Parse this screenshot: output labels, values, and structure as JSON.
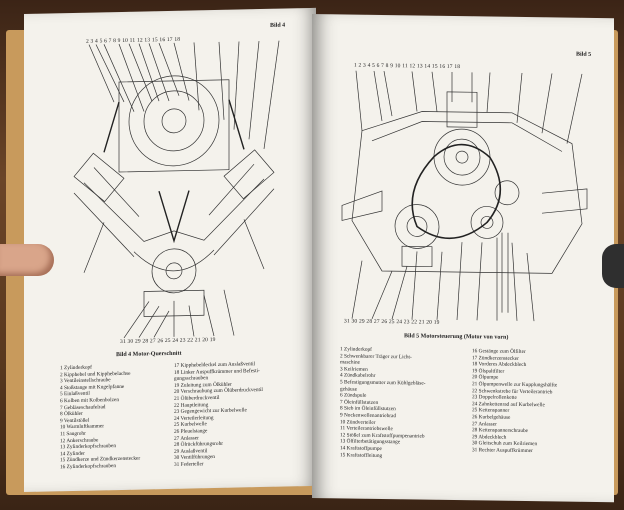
{
  "left_page": {
    "bild_label": "Bild 4",
    "top_numbers": "2 3 4  5 6 7 8 9 10 11 12 13  15  16 17 18",
    "bottom_numbers": "31 30 29 28 27 26 25 24 23 22 21 20 19",
    "caption": "Bild 4  Motor-Querschnitt",
    "legend_col1": [
      "1 Zylinderkopf",
      "2 Kipphebel und Kipphebelachse",
      "3 Ventileinstellschraube",
      "4 Stoßstange mit Kugelpfanne",
      "5 Einlaßventil",
      "6 Kolben mit Kolbenbolzen",
      "7 Gebläseschaufelrad",
      "8 Ölkühler",
      "9 Ventilstößel",
      "10 Warmluftkammer",
      "11 Saugrohr",
      "12 Ankerschraube",
      "13 Zylinderkopfschrauben",
      "14 Zylinder",
      "15 Zündkerze und Zündkerzenstecker",
      "16 Zylinderkopfschrauben"
    ],
    "legend_col2": [
      "17 Kipphebeldeckel zum Auslaßventil",
      "18 Linker Auspuffkrümmer und Befesti-",
      "   gungsschrauben",
      "19 Zuleitung zum Ölkühler",
      "20 Verschraubung zum Ölüberdruckventil",
      "21 Ölüberdruckventil",
      "22 Hauptleitung",
      "23 Gegengewicht zur Kurbelwelle",
      "24 Verteilerleitung",
      "25 Kurbelwelle",
      "26 Pleuelstange",
      "27 Anlasser",
      "28 Ölrückführungsrohr",
      "29 Auslaßventil",
      "30 Ventilführungen",
      "31 Federteller"
    ]
  },
  "right_page": {
    "bild_label": "Bild 5",
    "top_numbers": "1  2 3  4 5 6 7 8 9 10 11 12  13  14 15 16  17  18",
    "bottom_numbers": "31  30 29 28 27 26 25 24 23 22 21 20 19",
    "caption": "Bild 5  Motorsteuerung (Motor von vorn)",
    "legend_col1": [
      "1 Zylinderkopf",
      "2 Schwenkbarer Träger zur Licht-",
      "  maschine",
      "3 Keilriemen",
      "4 Zündkabelrohr",
      "5 Befestigungsmutter zum Kühlgebläse-",
      "  gehäuse",
      "6 Zündspule",
      "7 Öleinfüllstutzen",
      "8 Sieb im Öleinfüllstutzen",
      "9 Nockenwellenantriebrad",
      "10 Zündverteiler",
      "11 Verteilerantriebswelle",
      "12 Stößel zum Kraftstoffpumpenantrieb",
      "13 Ölfilterbetätigungsstange",
      "14 Kraftstoffpumpe",
      "15 Kraftstoffleitung"
    ],
    "legend_col2": [
      "16 Gestänge zum Ölfilter",
      "17 Zündkerzenstecker",
      "18 Vorderes Abdeckblech",
      "19 Ölspaltfilter",
      "20 Ölpumpe",
      "21 Ölpumpenwelle zur Kupplungshälfte",
      "22 Schwenkstrebe für Verteilerantrieb",
      "23 Doppelrollenkette",
      "24 Zahnkettenrad auf Kurbelwelle",
      "25 Kettenspanner",
      "26 Kurbelgehäuse",
      "27 Anlasser",
      "28 Kettenspannerschraube",
      "29 Abdeckblech",
      "30 Gleitschuh zum Keilriemen",
      "31 Rechter Auspuffkrümmer"
    ]
  }
}
